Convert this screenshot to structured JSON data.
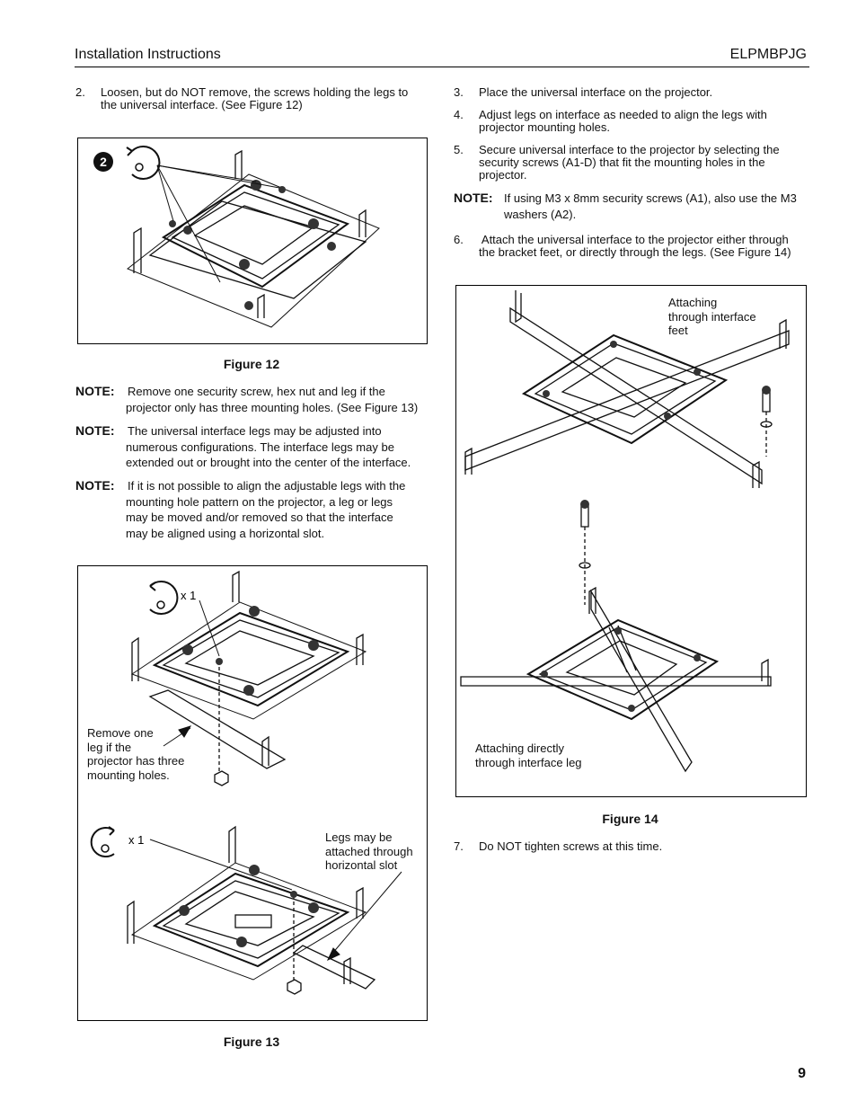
{
  "header": {
    "left_title": "Installation Instructions",
    "right_title": "ELPMBPJG"
  },
  "left_column": {
    "step2": {
      "num": "2.",
      "text_l1": "Loosen, but do NOT remove, the screws holding the legs to",
      "text_l2": "the universal interface. (See Figure 12)"
    },
    "figure12": {
      "badge": "2",
      "caption": "Figure 12"
    },
    "notes": [
      {
        "label": "NOTE:",
        "lines": [
          "Remove one security screw, hex nut and leg if the",
          "projector only has three mounting holes. (See Figure 13)"
        ]
      },
      {
        "label": "NOTE:",
        "lines": [
          "The universal interface legs may be adjusted into",
          "numerous configurations. The interface legs may be",
          "extended out or brought into the center of the interface."
        ]
      },
      {
        "label": "NOTE:",
        "lines": [
          "If it is not possible to align the adjustable legs with the",
          "mounting hole pattern on the projector, a leg or legs",
          "may be moved and/or removed so that the interface",
          "may be aligned using a horizontal slot."
        ]
      }
    ],
    "figure13": {
      "count_top": "x 1",
      "remove_leg": [
        "Remove one",
        "leg if the",
        "projector has three",
        "mounting holes."
      ],
      "count_bottom": "x 1",
      "slot_note": [
        "Legs may be",
        "attached through",
        "horizontal slot"
      ],
      "caption": "Figure 13"
    }
  },
  "right_column": {
    "steps": [
      {
        "num": "3.",
        "lines": [
          "Place the universal interface on the projector."
        ]
      },
      {
        "num": "4.",
        "lines": [
          "Adjust legs on interface as needed to align the legs with",
          "projector mounting holes."
        ]
      },
      {
        "num": "5.",
        "lines": [
          "Secure universal interface to the projector by selecting the",
          "security screws (A1-D) that fit the mounting holes in the",
          "projector."
        ]
      }
    ],
    "note": {
      "label": "NOTE:",
      "lines": [
        "If using M3 x 8mm security screws (A1), also use the M3",
        "washers (A2)."
      ]
    },
    "step6": {
      "num": "6.",
      "lines": [
        " Attach the universal interface to the projector either through",
        "the bracket feet, or directly through the legs. (See Figure 14)"
      ]
    },
    "figure14": {
      "feet_label": [
        "Attaching",
        "through interface",
        "feet"
      ],
      "leg_label": [
        "Attaching directly",
        "through interface leg"
      ],
      "caption": "Figure 14"
    },
    "step7": {
      "num": "7.",
      "text": "Do NOT tighten screws at this time."
    }
  },
  "page_number": "9"
}
